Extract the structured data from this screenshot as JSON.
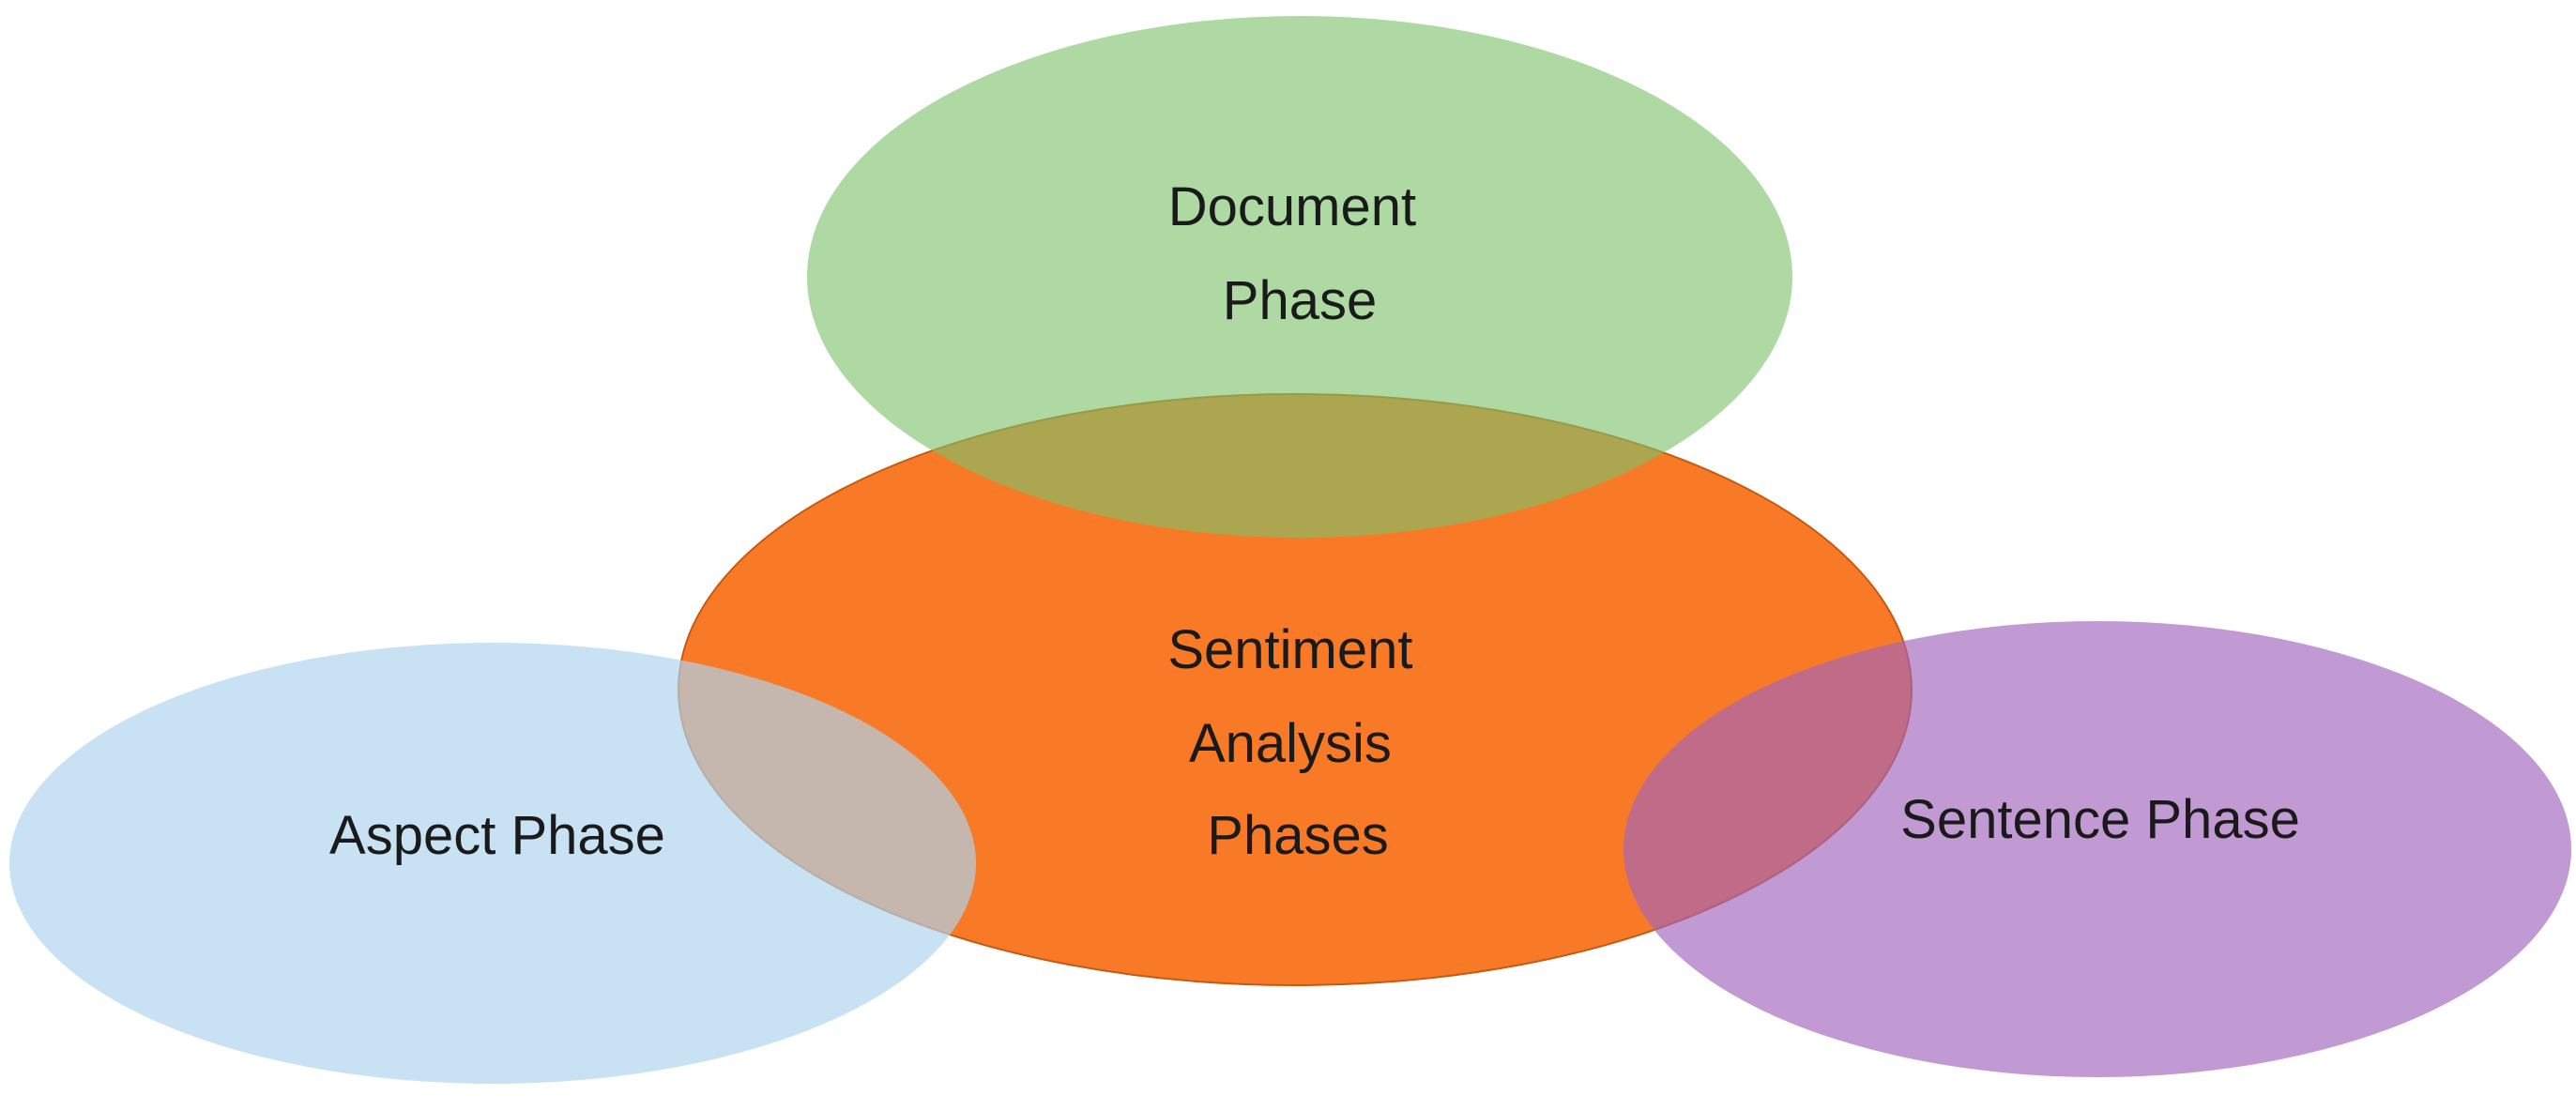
{
  "diagram": {
    "center": {
      "lines": [
        "Sentiment",
        "Analysis",
        "Phases"
      ],
      "fill": "#f97a26"
    },
    "document": {
      "lines": [
        "Document",
        "Phase"
      ],
      "fill": "#a9d69c"
    },
    "aspect": {
      "lines": [
        "Aspect Phase"
      ],
      "fill": "#c6e1f2"
    },
    "sentence": {
      "lines": [
        "Sentence Phase"
      ],
      "fill": "#b98ccd"
    }
  }
}
